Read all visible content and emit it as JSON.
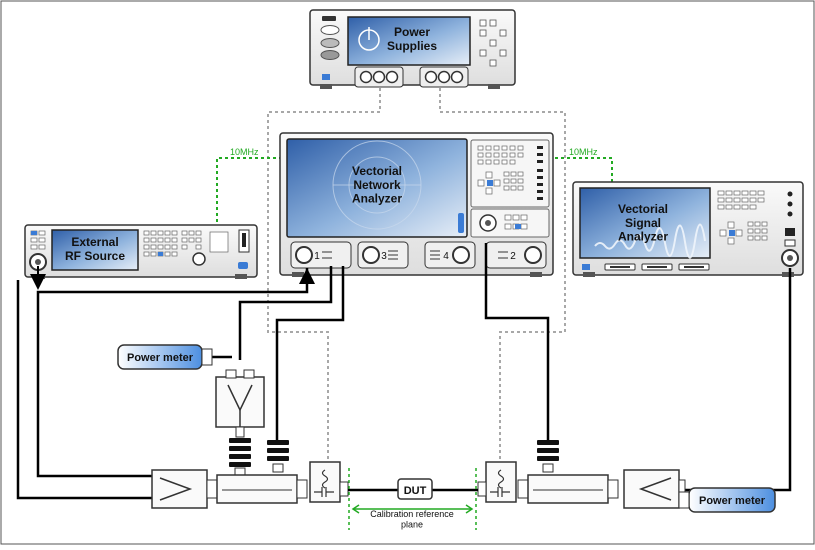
{
  "instruments": {
    "power_supplies": "Power\nSupplies",
    "vna": "Vectorial\nNetwork\nAnalyzer",
    "rf_source": "External\nRF Source",
    "vsa": "Vectorial\nSignal\nAnalyzer"
  },
  "ports": {
    "p1": "1",
    "p2": "2",
    "p3": "3",
    "p4": "4"
  },
  "links": {
    "ref_left": "10MHz",
    "ref_right": "10MHz"
  },
  "components": {
    "power_meter_left": "Power meter",
    "power_meter_right": "Power meter",
    "dut": "DUT"
  },
  "annotations": {
    "calibration_plane": "Calibration reference\nplane"
  },
  "colors": {
    "screen": "#5f8fcf",
    "reference_link": "#22aa22",
    "bias_line": "#a8a8a8",
    "rf_cable": "#000000",
    "chassis": "#f2f2f2",
    "outline": "#333333"
  }
}
